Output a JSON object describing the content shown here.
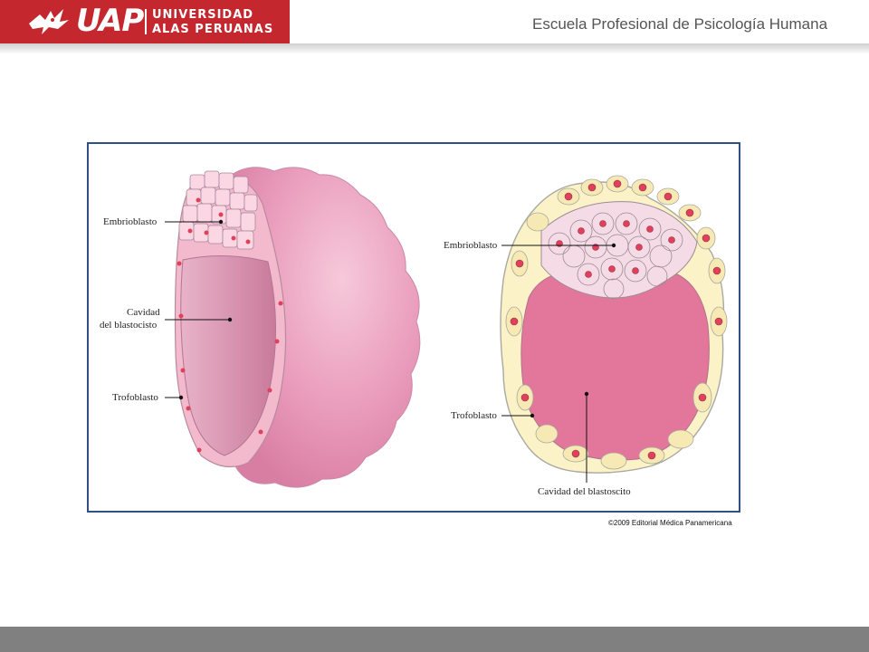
{
  "header": {
    "logo_mark": "UAP",
    "logo_line1": "UNIVERSIDAD",
    "logo_line2": "ALAS PERUANAS",
    "school_title": "Escuela Profesional de Psicología Humana"
  },
  "figure": {
    "left_labels": {
      "embrioblasto": "Embrioblasto",
      "cavidad_line1": "Cavidad",
      "cavidad_line2": "del blastocisto",
      "trofoblasto": "Trofoblasto"
    },
    "right_labels": {
      "embrioblasto": "Embrioblasto",
      "trofoblasto": "Trofoblasto",
      "cavidad": "Cavidad del blastoscito"
    },
    "credit": "©2009 Editorial Médica Panamericana"
  },
  "colors": {
    "brand_red": "#c4272d",
    "frame_blue": "#2f4f86",
    "pink_body": "#e89bb8",
    "cavity_pink": "#d9819f",
    "nucleus_red": "#e0405a"
  }
}
